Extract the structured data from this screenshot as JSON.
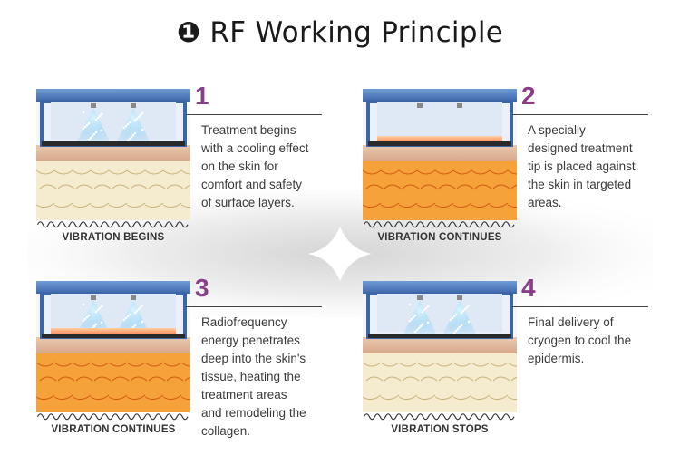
{
  "title": {
    "marker": "❶",
    "text": "RF Working Principle"
  },
  "panels": [
    {
      "number": "1",
      "lines": [
        "Treatment begins",
        "with a cooling effect",
        "on the skin for",
        "comfort and safety",
        "of surface layers."
      ],
      "vibration": "VIBRATION BEGINS",
      "mode": "cool"
    },
    {
      "number": "2",
      "lines": [
        "A specially",
        "designed treatment",
        "tip is placed against",
        "the skin in targeted",
        "areas."
      ],
      "vibration": "VIBRATION CONTINUES",
      "mode": "heat"
    },
    {
      "number": "3",
      "lines": [
        "Radiofrequency",
        "energy penetrates",
        "deep into the skin's",
        "tissue, heating the",
        "treatment areas",
        "and remodeling the",
        "collagen."
      ],
      "vibration": "VIBRATION CONTINUES",
      "mode": "both"
    },
    {
      "number": "4",
      "lines": [
        "Final delivery of",
        "cryogen to cool the",
        "epidermis."
      ],
      "vibration": "VIBRATION STOPS",
      "mode": "cool"
    }
  ],
  "colors": {
    "accent": "#8a3d8a",
    "device_blue": "#4a78b8",
    "spray": "#6ec3f0",
    "heat": "#ff6a3a",
    "tissue_cool": "#f5ecd0",
    "tissue_warm": "#f6a23a"
  }
}
